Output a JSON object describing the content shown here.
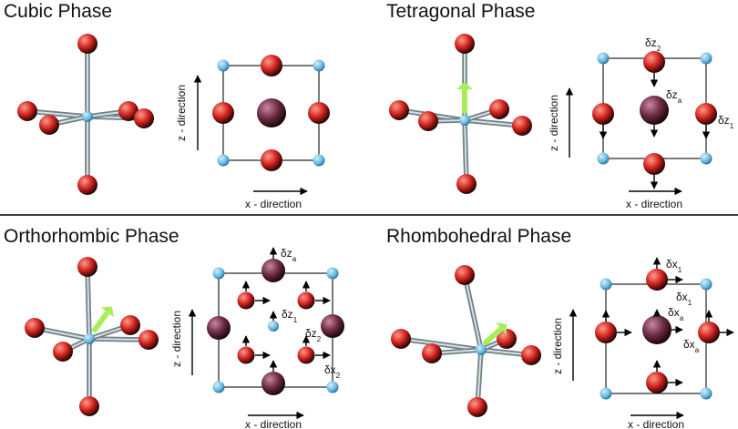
{
  "colors": {
    "oxygen": "#d0201c",
    "oxygen_highlight": "#ff9a8a",
    "cation_a": "#6b2a42",
    "cation_a_highlight": "#c788a2",
    "cation_b": "#5fb2dc",
    "cation_b_highlight": "#d6effa",
    "bond": "#9fb3b8",
    "displacement_arrow": "#a8ee5a",
    "divider": "#000000"
  },
  "labels": {
    "x_direction": "x - direction",
    "z_direction": "z - direction"
  },
  "panels": [
    {
      "id": "cubic",
      "title": "Cubic Phase",
      "displacement_labels": []
    },
    {
      "id": "tetragonal",
      "title": "Tetragonal Phase",
      "displacement_labels": [
        {
          "base": "δz",
          "sub": "2"
        },
        {
          "base": "δz",
          "sub": "a"
        },
        {
          "base": "δz",
          "sub": "1"
        }
      ]
    },
    {
      "id": "orthorhombic",
      "title": "Orthorhombic Phase",
      "displacement_labels": [
        {
          "base": "δz",
          "sub": "a"
        },
        {
          "base": "δz",
          "sub": "1"
        },
        {
          "base": "δz",
          "sub": "2"
        },
        {
          "base": "δx",
          "sub": "2"
        }
      ]
    },
    {
      "id": "rhombohedral",
      "title": "Rhombohedral Phase",
      "displacement_labels": [
        {
          "base": "δx",
          "sub": "1"
        },
        {
          "base": "δx",
          "sub": "1"
        },
        {
          "base": "δx",
          "sub": "a"
        },
        {
          "base": "δx",
          "sub": "a"
        }
      ]
    }
  ]
}
